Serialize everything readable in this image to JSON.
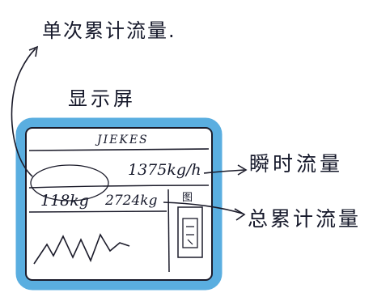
{
  "labels": {
    "single_flow": "单次累计流量.",
    "display": "显示屏",
    "instant_flow": "瞬时流量",
    "total_flow": "总累计流量"
  },
  "screen": {
    "brand": "JIEKES",
    "instant_value": "1375kg/h",
    "single_value": "118kg",
    "total_value": "2724kg",
    "icon_label": "图"
  },
  "colors": {
    "frame": "#5aaee0",
    "ink": "#1b1b2a"
  }
}
